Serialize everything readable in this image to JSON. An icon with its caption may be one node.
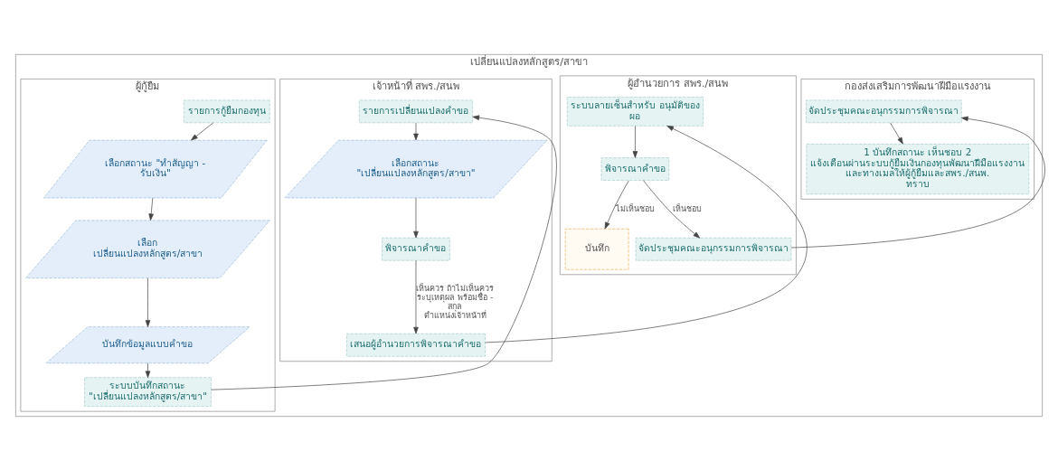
{
  "diagram": {
    "nodes": [
      {
        "text": [
          "เปลี่ยนแปลงหลักสูตร/สาขา"
        ]
      },
      {
        "text": [
          "ผู้กู้ยืม"
        ],
        "in": 0
      },
      {
        "text": [
          "รายการกู้ยืมกองทุน"
        ],
        "in": 1
      },
      {
        "text": [
          "เลือกสถานะ \"ทำสัญญา - รับเงิน\""
        ],
        "in": 1
      },
      {
        "text": [
          "เลือก เปลี่ยนแปลงหลักสูตร/สาขา"
        ],
        "in": 1
      },
      {
        "text": [
          "บันทึกข้อมูลแบบคำขอ"
        ],
        "in": 1
      },
      {
        "text": [
          "ระบบบันทึกสถานะ \"เปลี่ยนแปลงหลักสูตร/สาขา\""
        ],
        "in": 1
      },
      {
        "text": [
          "เจ้าหน้าที่ สพร./สนพ"
        ],
        "in": 0
      },
      {
        "text": [
          "รายการเปลี่ยนแปลงคำขอ"
        ],
        "in": 7
      },
      {
        "text": [
          "เลือกสถานะ \"เปลี่ยนแปลงหลักสูตร/สาขา\""
        ],
        "in": 7
      },
      {
        "text": [
          "พิจารณาคำขอ"
        ],
        "in": 7
      },
      {
        "text": [
          "เสนอผู้อำนวยการพิจารณาคำขอ"
        ],
        "in": 7
      },
      {
        "text": [
          "ผู้อำนวยการ สพร./สนพ"
        ],
        "in": 0
      },
      {
        "text": [
          "ระบบลายเซ็นสำหรับ อนุมัติของ ผอ"
        ],
        "in": 12
      },
      {
        "text": [
          "พิจารณาคำขอ"
        ],
        "in": 12
      },
      {
        "text": [
          "บันทึก"
        ],
        "in": 12
      },
      {
        "text": [
          "จัดประชุมคณะอนุกรรมการพิจารณา"
        ],
        "in": 12
      },
      {
        "text": [
          "กองส่งเสริมการพัฒนาฝีมือแรงงาน"
        ],
        "in": 0
      },
      {
        "text": [
          "จัดประชุมคณะอนุกรรมการพิจารณา"
        ],
        "in": 17
      },
      {
        "text": [
          "1 บันทึกสถานะ เห็นชอบ 2 แจ้งเตือนผ่านระบบกู้ยืมเงินกองทุนพัฒนาฝีมือแรงงาน และทางเมลให้ผู้กู้ยืมและสพร./สนพ. ทราบ"
        ],
        "in": 17
      }
    ],
    "edges": [
      {
        "from": 2,
        "to": 3,
        "arrow": "to"
      },
      {
        "from": 3,
        "to": 4,
        "arrow": "to"
      },
      {
        "from": 4,
        "to": 5,
        "arrow": "to"
      },
      {
        "from": 5,
        "to": 6,
        "arrow": "to"
      },
      {
        "from": 6,
        "to": 8,
        "arrow": "to"
      },
      {
        "from": 8,
        "to": 9,
        "arrow": "to"
      },
      {
        "from": 9,
        "to": 10,
        "arrow": "to"
      },
      {
        "from": 10,
        "to": 11,
        "arrow": "to",
        "label": "เห็นควร ถ้าไม่เห็นควร ระบุเหตุผล พร้อมชื่อ - สกุล ตำแหน่งเจ้าหน้าที่"
      },
      {
        "from": 11,
        "to": 13,
        "arrow": "to"
      },
      {
        "from": 13,
        "to": 14,
        "arrow": "to"
      },
      {
        "from": 14,
        "to": 15,
        "arrow": "to",
        "label": "ไม่เห็นชอบ"
      },
      {
        "from": 14,
        "to": 16,
        "arrow": "to",
        "label": "เห็นชอบ"
      },
      {
        "from": 16,
        "to": 18,
        "arrow": "to"
      },
      {
        "from": 18,
        "to": 19,
        "arrow": "to"
      }
    ]
  }
}
